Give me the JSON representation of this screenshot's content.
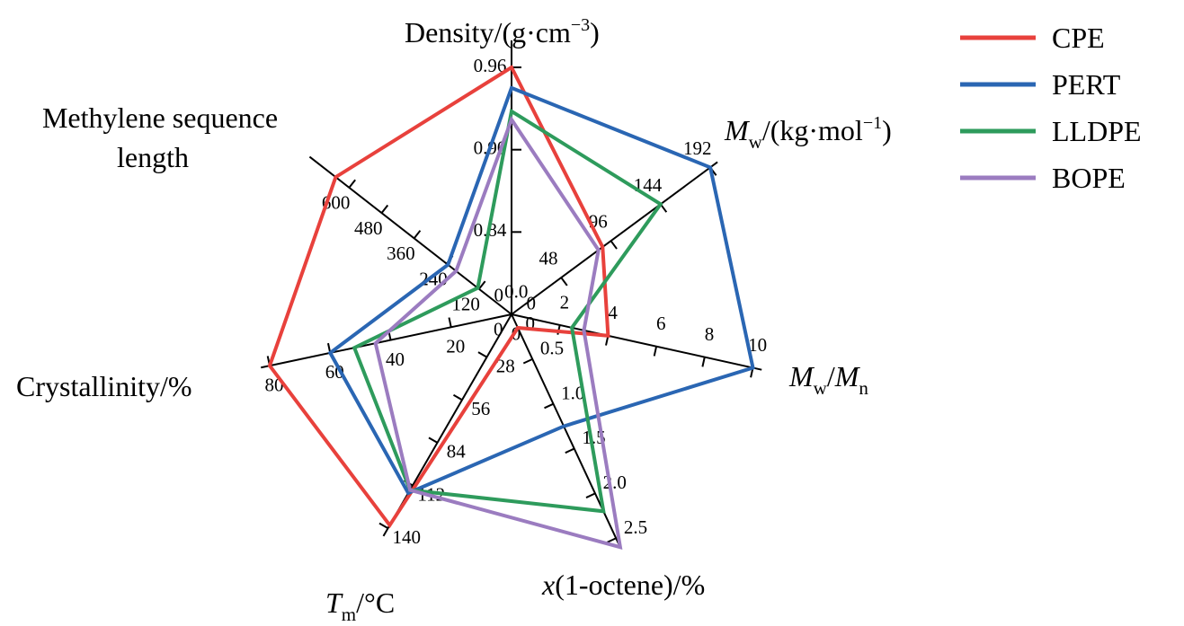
{
  "chart_data": {
    "type": "radar",
    "axes": [
      {
        "key": "density",
        "title": "Density/(g·cm",
        "title_sup": "−3",
        "title_end": ")",
        "range": [
          0.78,
          0.96
        ],
        "ticks": [
          0.84,
          0.9,
          0.96
        ],
        "tick_labels": [
          "0.84",
          "0.90",
          "0.96"
        ]
      },
      {
        "key": "mw",
        "title_italic": "M",
        "title_sub": "w",
        "title": "/(kg·mol",
        "title_sup": "−1",
        "title_end": ")",
        "range": [
          0,
          192
        ],
        "ticks": [
          0,
          48,
          96,
          144,
          192
        ],
        "tick_labels": [
          "0",
          "48",
          "96",
          "144",
          "192"
        ]
      },
      {
        "key": "mwmn",
        "title_italic": "M",
        "title_sub": "w",
        "title": "/",
        "title_italic2": "M",
        "title_sub2": "n",
        "range": [
          0,
          10
        ],
        "ticks": [
          0,
          2,
          4,
          6,
          8,
          10
        ],
        "tick_labels": [
          "0.0",
          "2",
          "4",
          "6",
          "8",
          "10"
        ]
      },
      {
        "key": "octene",
        "title_italic": "x",
        "title": "(1-octene)/%",
        "range": [
          0,
          2.5
        ],
        "ticks": [
          0,
          0.5,
          1.0,
          1.5,
          2.0,
          2.5
        ],
        "tick_labels": [
          "0",
          "0.5",
          "1.0",
          "1.5",
          "2.0",
          "2.5"
        ]
      },
      {
        "key": "tm",
        "title_italic": "T",
        "title_sub": "m",
        "title": "/°C",
        "range": [
          0,
          140
        ],
        "ticks": [
          0,
          28,
          56,
          84,
          112,
          140
        ],
        "tick_labels": [
          "0",
          "28",
          "56",
          "84",
          "112",
          "140"
        ]
      },
      {
        "key": "crystallinity",
        "title": "Crystallinity/%",
        "range": [
          0,
          80
        ],
        "ticks": [
          0,
          20,
          40,
          60,
          80
        ],
        "tick_labels": [
          "0",
          "20",
          "40",
          "60",
          "80"
        ]
      },
      {
        "key": "methylene",
        "title_lines": [
          "Methylene sequence",
          "length"
        ],
        "range": [
          0,
          720
        ],
        "ticks": [
          0,
          120,
          240,
          360,
          480,
          600
        ],
        "tick_labels": [
          "0",
          "120",
          "240",
          "360",
          "480",
          "600"
        ]
      }
    ],
    "series": [
      {
        "name": "CPE",
        "color": "#e8413c",
        "values": [
          0.96,
          88,
          4.0,
          0.15,
          138,
          80,
          650
        ]
      },
      {
        "name": "PERT",
        "color": "#2a66b3",
        "values": [
          0.945,
          192,
          10.0,
          1.25,
          117,
          60,
          235
        ]
      },
      {
        "name": "LLDPE",
        "color": "#2e9b5c",
        "values": [
          0.928,
          144,
          2.5,
          2.2,
          115,
          52,
          125
        ]
      },
      {
        "name": "BOPE",
        "color": "#9b7cc0",
        "values": [
          0.922,
          84,
          3.0,
          2.6,
          115,
          45,
          205
        ]
      }
    ],
    "legend_position": "top-right",
    "grid": false
  }
}
